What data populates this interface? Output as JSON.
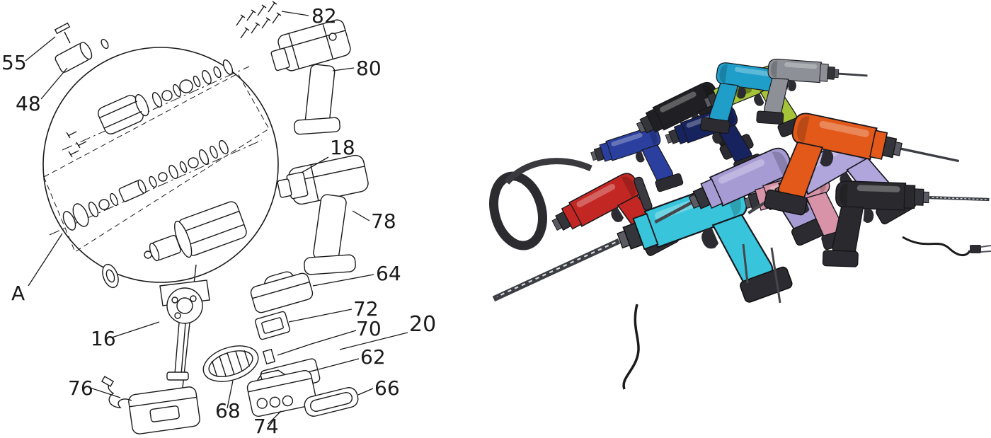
{
  "figure": {
    "background": "#ffffff",
    "line_color": "#1a1a1a"
  },
  "exploded_view": {
    "detail_label": "A",
    "part_labels": {
      "p16": "16",
      "p18": "18",
      "p20": "20",
      "p48": "48",
      "p55": "55",
      "p62": "62",
      "p64": "64",
      "p66": "66",
      "p68": "68",
      "p70": "70",
      "p72": "72",
      "p74": "74",
      "p76": "76",
      "p78": "78",
      "p80": "80",
      "p82": "82"
    }
  },
  "render": {
    "drill_colors": {
      "red": "#c32723",
      "dark_blue": "#2a3f9e",
      "black": "#202024",
      "navy": "#16235e",
      "lime": "#a6c437",
      "teal": "#1e9ec8",
      "gray": "#8d9096",
      "cyan": "#38c4da",
      "lavender_a": "#a79bd4",
      "lavender_b": "#b0a6dc",
      "pink": "#d893a8",
      "orange": "#e2591a",
      "dark": "#2a2a2e"
    }
  }
}
